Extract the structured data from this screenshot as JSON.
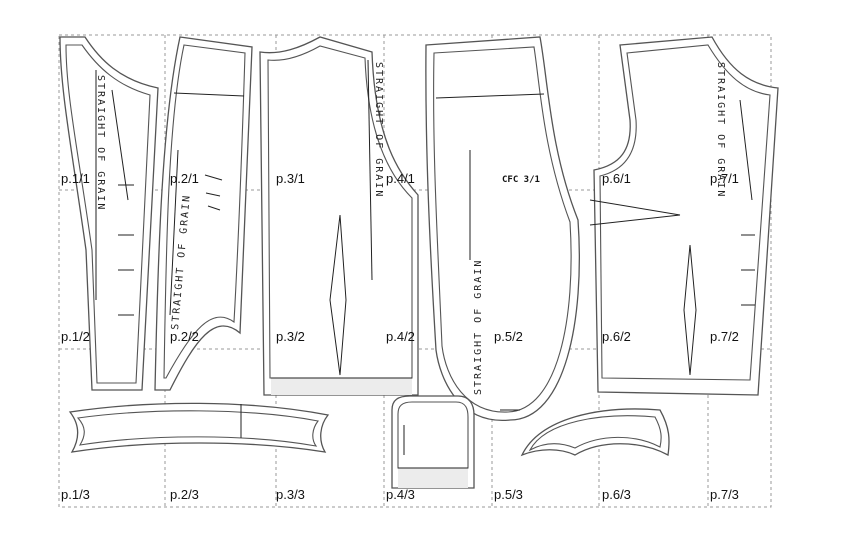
{
  "sheet": {
    "page_labels": [
      "p.1/1",
      "p.2/1",
      "p.3/1",
      "p.4/1",
      "p.6/1",
      "p.7/1",
      "p.1/2",
      "p.2/2",
      "p.3/2",
      "p.4/2",
      "p.5/2",
      "p.6/2",
      "p.7/2",
      "p.1/3",
      "p.2/3",
      "p.3/3",
      "p.4/3",
      "p.5/3",
      "p.6/3",
      "p.7/3"
    ],
    "grain_text": "STRAIGHT OF GRAIN",
    "piece_mark": "CFC 3/1"
  }
}
